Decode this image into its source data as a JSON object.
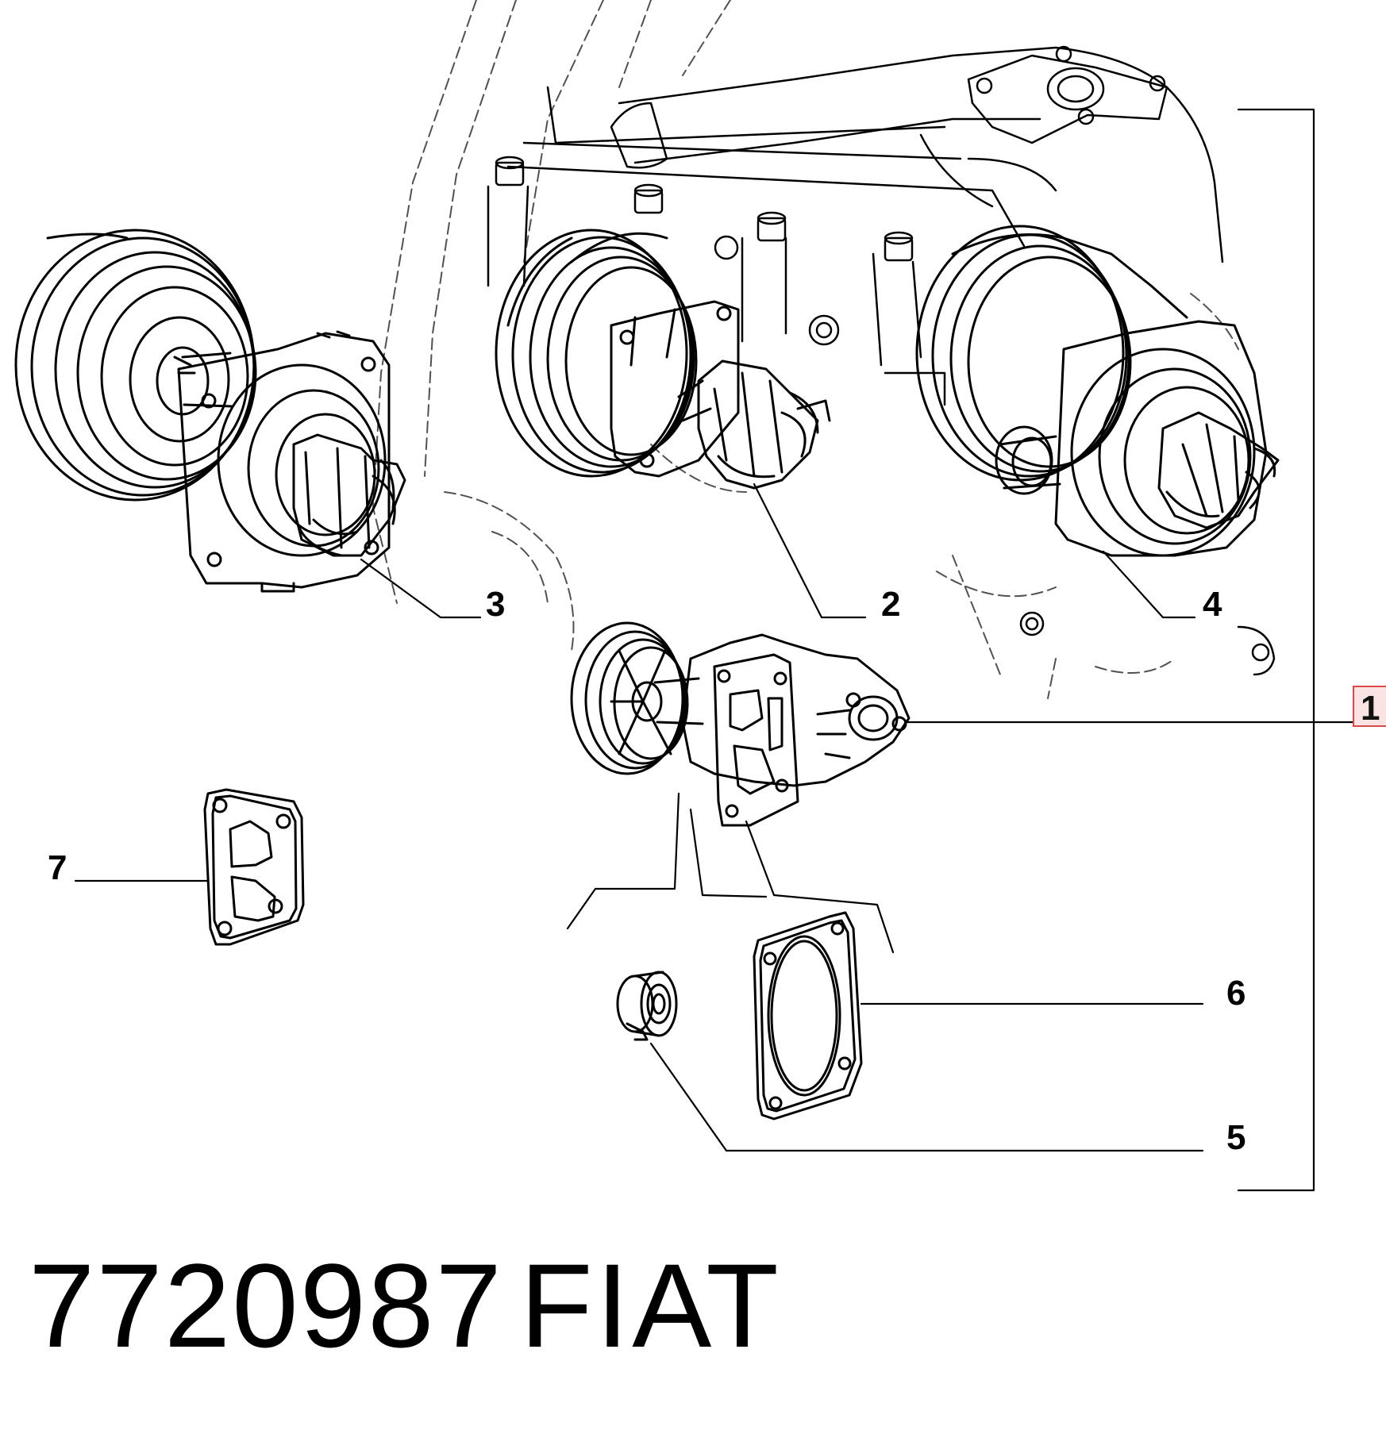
{
  "callouts": {
    "c1": "1",
    "c2": "2",
    "c3": "3",
    "c4": "4",
    "c5": "5",
    "c6": "6",
    "c7": "7"
  },
  "footer": {
    "part_number": "7720987",
    "brand": "FIAT"
  },
  "colors": {
    "line": "#000000",
    "highlight_border": "#d84a4a",
    "highlight_fill": "#fbe3e3"
  }
}
